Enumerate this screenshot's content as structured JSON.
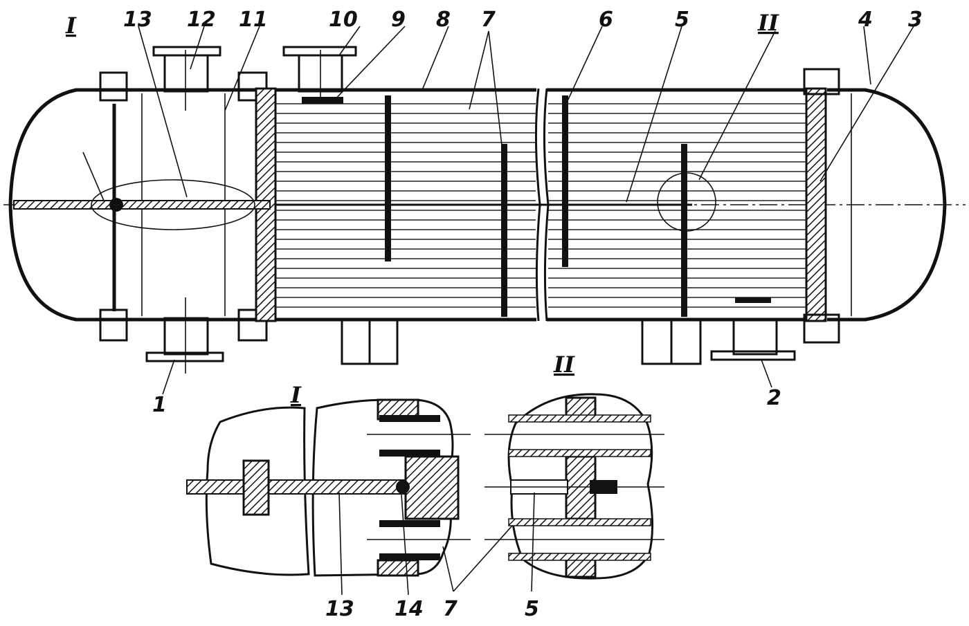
{
  "labels": {
    "view_I_main": "I",
    "view_II_main": "II",
    "n1": "1",
    "n2": "2",
    "n3": "3",
    "n4": "4",
    "n5": "5",
    "n6": "6",
    "n7": "7",
    "n8": "8",
    "n9": "9",
    "n10": "10",
    "n11": "11",
    "n12": "12",
    "n13": "13",
    "detail_I_title": "I",
    "detail_II_title": "II",
    "d13": "13",
    "d14": "14",
    "d7": "7",
    "d5": "5"
  },
  "colors": {
    "ink": "#111111",
    "background": "#ffffff"
  }
}
